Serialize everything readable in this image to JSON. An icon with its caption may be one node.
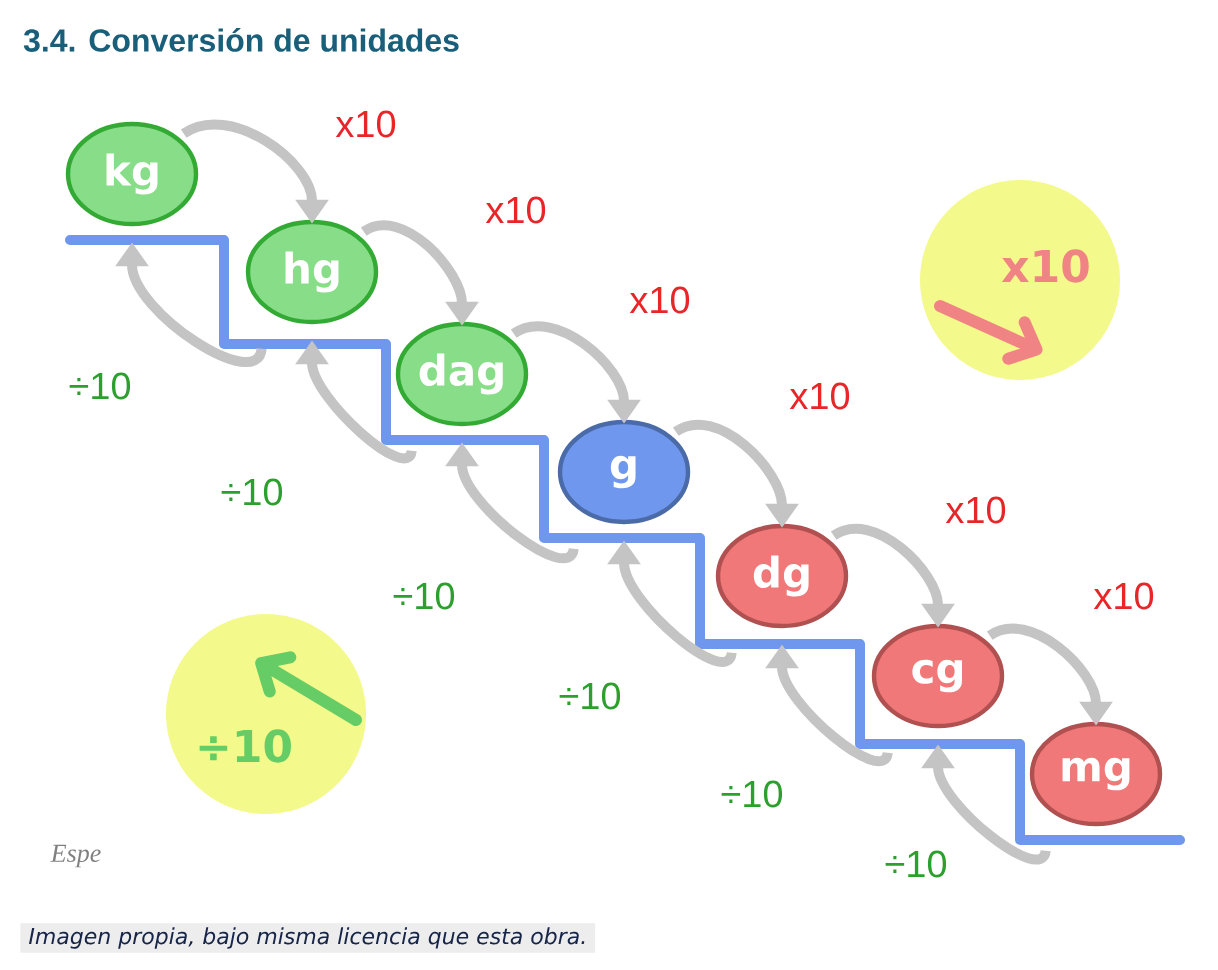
{
  "diagram": {
    "title": "3.4. Conversión de unidades",
    "caption": "Imagen propia, bajo misma licencia que esta obra.",
    "nodes": [
      {
        "text": [
          "kg"
        ]
      },
      {
        "text": [
          "hg"
        ]
      },
      {
        "text": [
          "dag"
        ]
      },
      {
        "text": [
          "g"
        ]
      },
      {
        "text": [
          "dg"
        ]
      },
      {
        "text": [
          "cg"
        ]
      },
      {
        "text": [
          "mg"
        ]
      },
      {
        "text": [
          "x10"
        ]
      },
      {
        "text": [
          "÷10"
        ]
      }
    ],
    "edges": [
      {
        "from": 0,
        "to": 1,
        "arrow": "to",
        "label": "x10"
      },
      {
        "from": 1,
        "to": 2,
        "arrow": "to",
        "label": "x10"
      },
      {
        "from": 2,
        "to": 3,
        "arrow": "to",
        "label": "x10"
      },
      {
        "from": 3,
        "to": 4,
        "arrow": "to",
        "label": "x10"
      },
      {
        "from": 4,
        "to": 5,
        "arrow": "to",
        "label": "x10"
      },
      {
        "from": 5,
        "to": 6,
        "arrow": "to",
        "label": "x10"
      },
      {
        "from": 1,
        "to": 0,
        "arrow": "to",
        "label": "÷10"
      },
      {
        "from": 2,
        "to": 1,
        "arrow": "to",
        "label": "÷10"
      },
      {
        "from": 3,
        "to": 2,
        "arrow": "to",
        "label": "÷10"
      },
      {
        "from": 4,
        "to": 3,
        "arrow": "to",
        "label": "÷10"
      },
      {
        "from": 5,
        "to": 4,
        "arrow": "to",
        "label": "÷10"
      },
      {
        "from": 6,
        "to": 5,
        "arrow": "to",
        "label": "÷10"
      }
    ],
    "labels": [
      "Espe"
    ]
  }
}
